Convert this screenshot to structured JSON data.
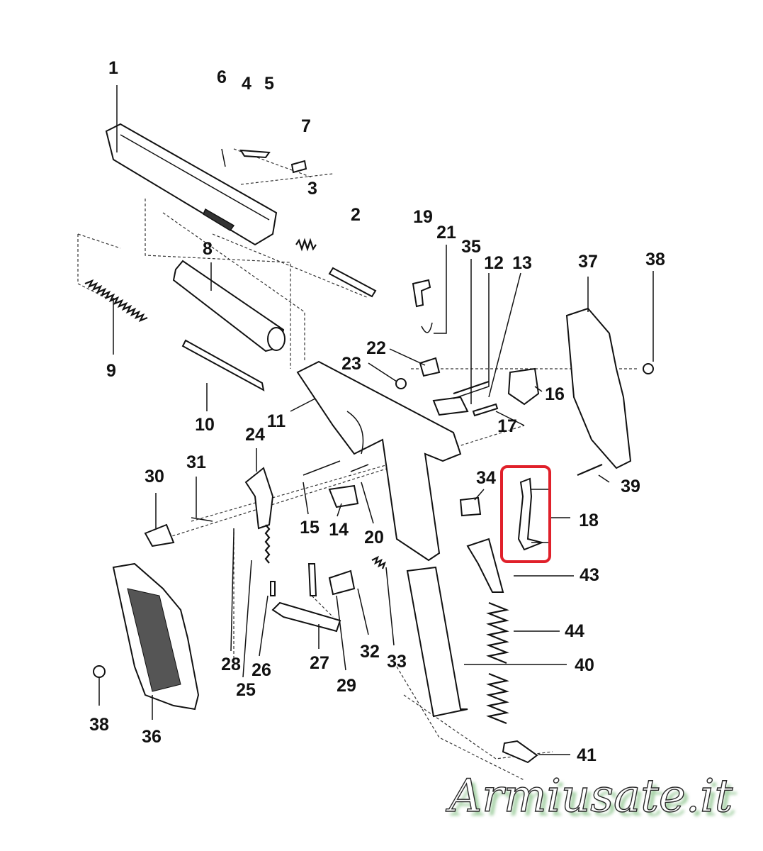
{
  "title": "Exploded parts diagram",
  "labels": {
    "p1": "1",
    "p2": "2",
    "p3": "3",
    "p4": "4",
    "p5": "5",
    "p6": "6",
    "p7": "7",
    "p8": "8",
    "p9": "9",
    "p10": "10",
    "p11": "11",
    "p12": "12",
    "p13": "13",
    "p14": "14",
    "p15": "15",
    "p16": "16",
    "p17": "17",
    "p18": "18",
    "p19": "19",
    "p20": "20",
    "p21": "21",
    "p22": "22",
    "p23": "23",
    "p24": "24",
    "p25": "25",
    "p26": "26",
    "p27": "27",
    "p28": "28",
    "p29": "29",
    "p30": "30",
    "p31": "31",
    "p32": "32",
    "p33": "33",
    "p34": "34",
    "p35": "35",
    "p36": "36",
    "p37": "37",
    "p38a": "38",
    "p38b": "38",
    "p39": "39",
    "p40": "40",
    "p41": "41",
    "p43": "43",
    "p44": "44"
  },
  "highlight": {
    "part": "18",
    "color": "#e0202a"
  },
  "watermark": "Armiusate.it"
}
